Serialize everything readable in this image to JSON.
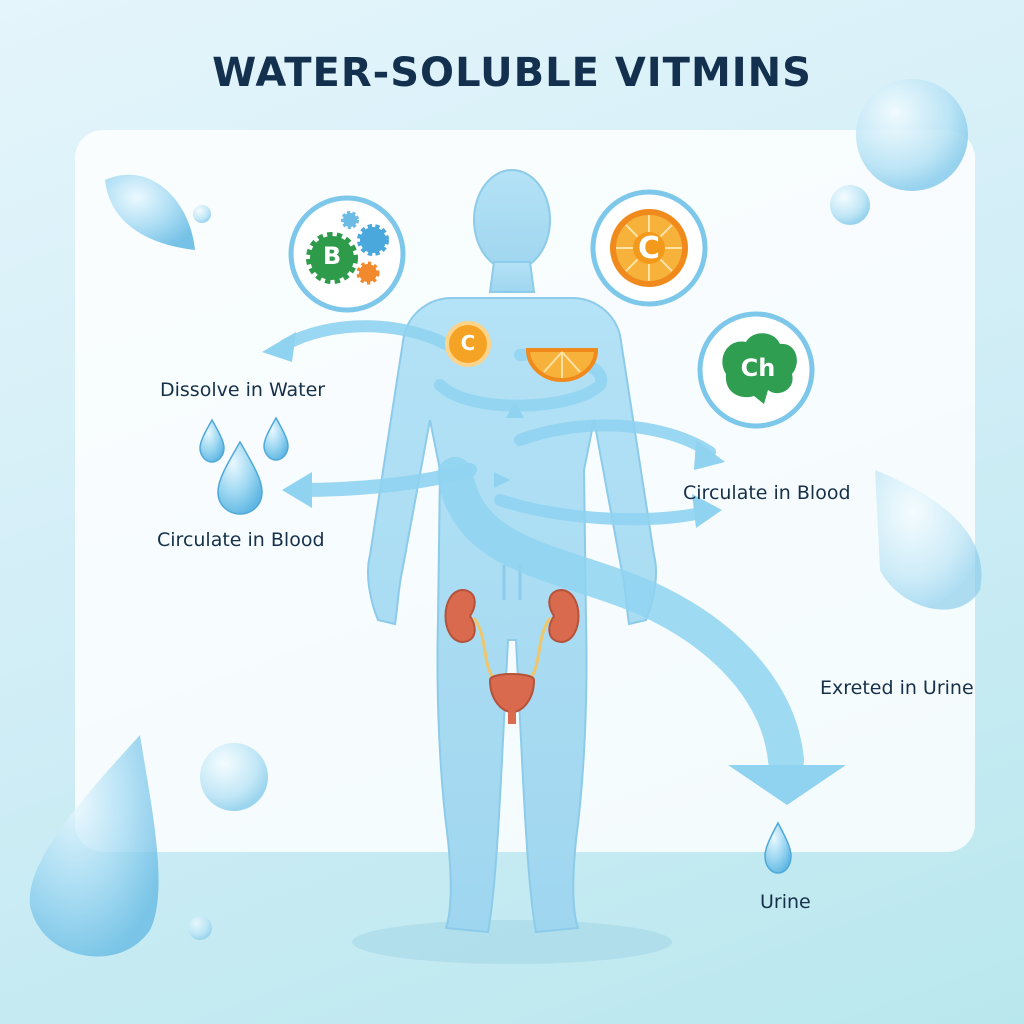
{
  "title": "WATER-SOLUBLE VITMINS",
  "labels": {
    "dissolve": "Dissolve in Water",
    "circulate_left": "Circulate in Blood",
    "circulate_right": "Circulate in Blood",
    "excreted": "Exreted in Urine",
    "urine": "Urine"
  },
  "badges": {
    "b_vitamin": "B",
    "c_vitamin": "C",
    "c_small": "C",
    "choline": "Ch"
  },
  "colors": {
    "title": "#14304f",
    "arrow": "#8fd3f1",
    "body": "#a9dcf3",
    "gear_green": "#2e9b4a",
    "orange": "#f39a1c",
    "kidney": "#d96a4e",
    "choline_green": "#2f9e50"
  }
}
